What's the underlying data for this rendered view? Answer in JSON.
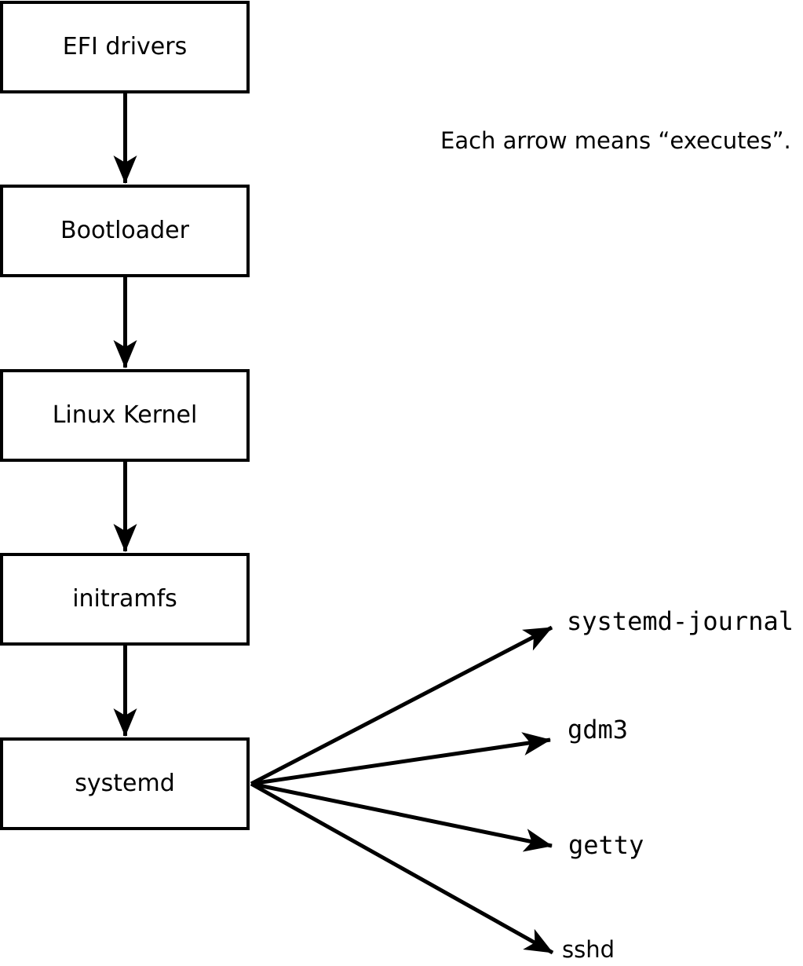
{
  "diagram": {
    "caption": "Each arrow means “executes”.",
    "flow_nodes": [
      {
        "id": "efi-drivers",
        "label": "EFI drivers"
      },
      {
        "id": "bootloader",
        "label": "Bootloader"
      },
      {
        "id": "linux-kernel",
        "label": "Linux Kernel"
      },
      {
        "id": "initramfs",
        "label": "initramfs"
      },
      {
        "id": "systemd",
        "label": "systemd"
      }
    ],
    "spawned_processes": [
      {
        "id": "systemd-journal",
        "label": "systemd-journal"
      },
      {
        "id": "gdm3",
        "label": "gdm3"
      },
      {
        "id": "getty",
        "label": "getty"
      },
      {
        "id": "sshd",
        "label": "sshd"
      }
    ],
    "colors": {
      "line": "#000000",
      "box_border": "#000000",
      "box_fill": "#ffffff",
      "background": "#ffffff",
      "text": "#000000"
    }
  }
}
